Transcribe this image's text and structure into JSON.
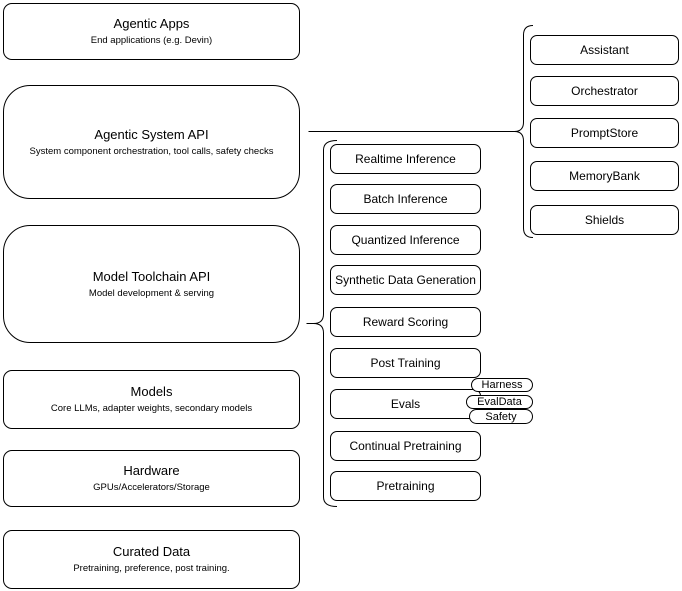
{
  "colors": {
    "stroke": "#000000",
    "background": "#ffffff",
    "text": "#000000"
  },
  "stack": {
    "boxes": [
      {
        "title": "Agentic Apps",
        "subtitle": "End applications (e.g. Devin)"
      },
      {
        "title": "Agentic System API",
        "subtitle": "System component orchestration, tool calls, safety checks"
      },
      {
        "title": "Model Toolchain API",
        "subtitle": "Model development & serving"
      },
      {
        "title": "Models",
        "subtitle": "Core LLMs, adapter weights, secondary models"
      },
      {
        "title": "Hardware",
        "subtitle": "GPUs/Accelerators/Storage"
      },
      {
        "title": "Curated Data",
        "subtitle": "Pretraining, preference, post training."
      }
    ]
  },
  "toolchain_services": {
    "items": [
      "Realtime Inference",
      "Batch Inference",
      "Quantized Inference",
      "Synthetic Data Generation",
      "Reward Scoring",
      "Post Training",
      "Evals",
      "Continual Pretraining",
      "Pretraining"
    ]
  },
  "eval_components": [
    "Harness",
    "EvalData",
    "Safety"
  ],
  "system_components": [
    "Assistant",
    "Orchestrator",
    "PromptStore",
    "MemoryBank",
    "Shields"
  ]
}
